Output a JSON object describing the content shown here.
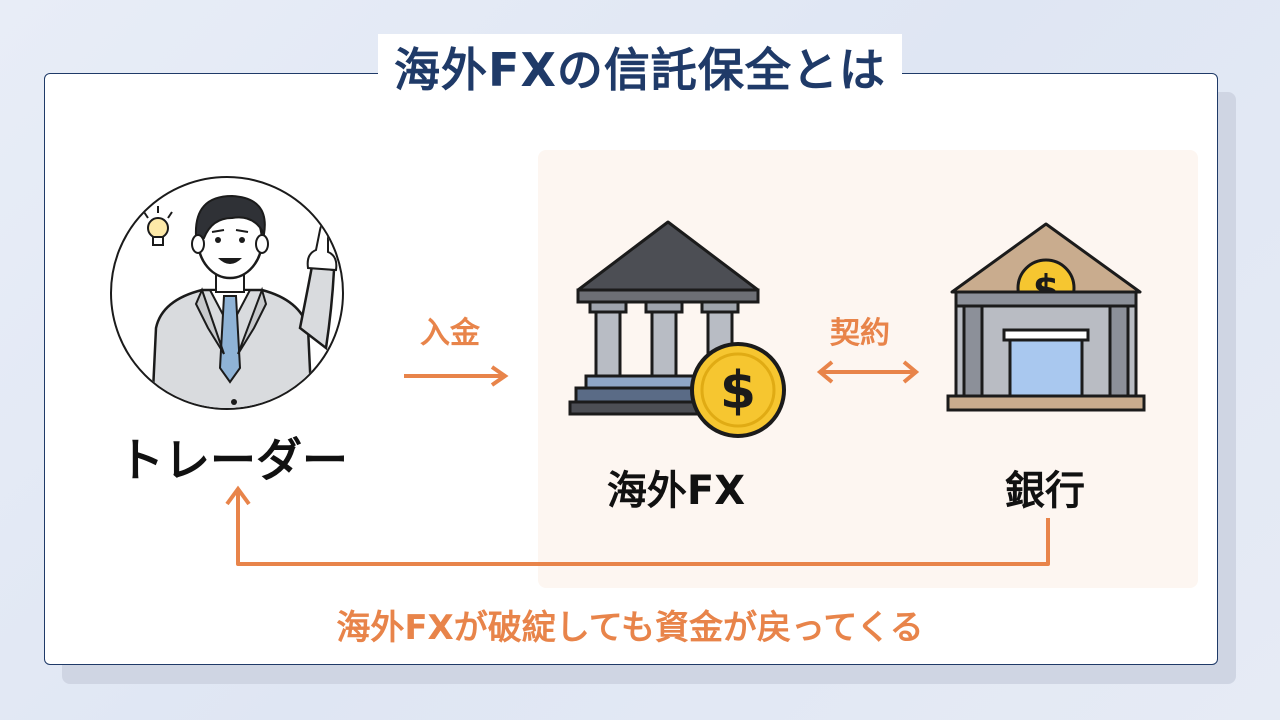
{
  "title": "海外FXの信託保全とは",
  "nodes": {
    "trader": "トレーダー",
    "fx_broker": "海外FX",
    "bank": "銀行"
  },
  "edges": {
    "deposit": "入金",
    "contract": "契約",
    "refund": "海外FXが破綻しても資金が戻ってくる"
  },
  "colors": {
    "title": "#1f3a68",
    "accent_orange": "#e8844a",
    "highlight_bg": "#fdf6f1"
  },
  "icons": [
    "person-pointing-icon",
    "lightbulb-icon",
    "bank-building-icon",
    "dollar-coin-icon",
    "bank-vault-icon"
  ]
}
